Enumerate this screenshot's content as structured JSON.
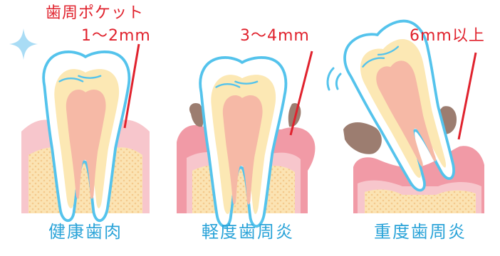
{
  "panels": [
    {
      "pocket_title": "歯周ポケット",
      "pocket_depth": "1〜2mm",
      "caption": "健康歯肉"
    },
    {
      "pocket_depth": "3〜4mm",
      "caption": "軽度歯周炎"
    },
    {
      "pocket_depth": "6mm以上",
      "caption": "重度歯周炎"
    }
  ],
  "colors": {
    "gum": "#f7c6cc",
    "gum_inflamed": "#f19aa6",
    "bone": "#fbe3b3",
    "tooth_outline": "#54c3ec",
    "dentin": "#fce8b4",
    "pulp": "#f6b9a6",
    "tartar": "#9c7d70",
    "label_red": "#e0222d",
    "caption_blue": "#2aa3d8",
    "sparkle": "#a9dcf5"
  },
  "icons": [
    "sparkle-icon",
    "wobble-icon"
  ]
}
